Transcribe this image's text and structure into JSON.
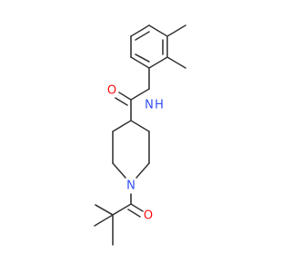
{
  "molecule": {
    "atoms": {
      "oxygen_amide": "O",
      "nitrogen_amide": "N",
      "hydrogen_amide": "H",
      "nitrogen_ring": "N",
      "oxygen_acyl": "O"
    },
    "colors": {
      "bond": "#3a3a3a",
      "oxygen": "#ff0d0d",
      "nitrogen": "#3050f8"
    }
  }
}
